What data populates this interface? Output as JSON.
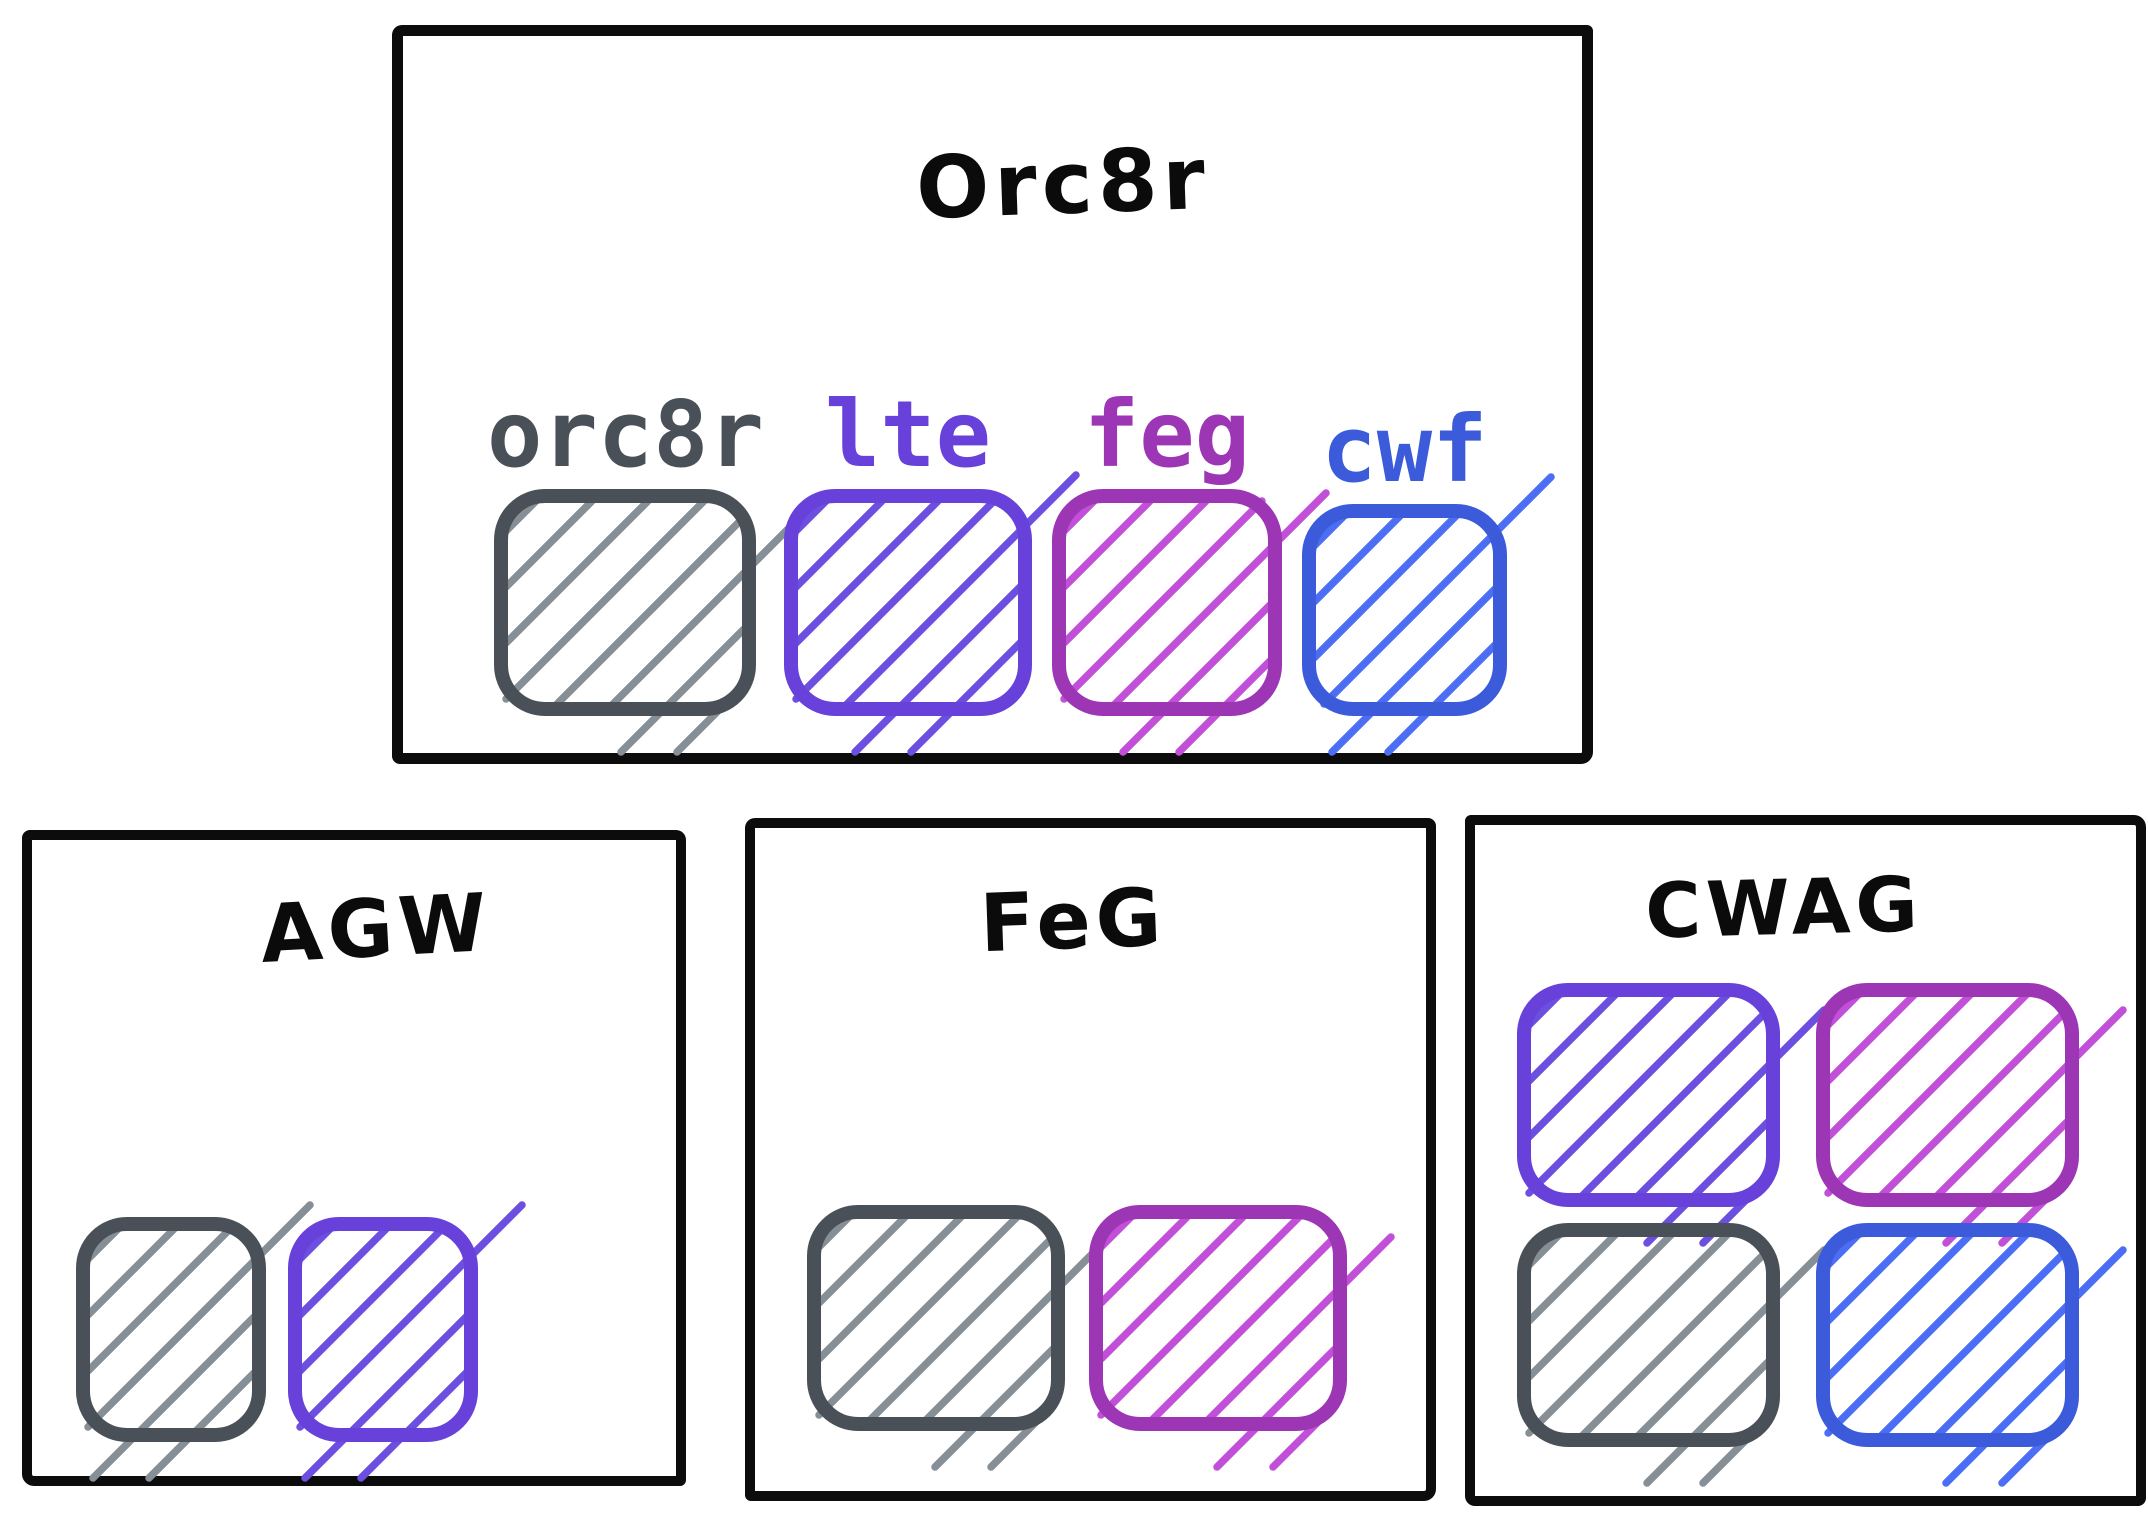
{
  "diagram": {
    "orc8r_box": {
      "title": "Orc8r",
      "modules": [
        {
          "label": "orc8r",
          "color": "gray"
        },
        {
          "label": "lte",
          "color": "purple"
        },
        {
          "label": "feg",
          "color": "magenta"
        },
        {
          "label": "cwf",
          "color": "blue"
        }
      ]
    },
    "gateway_boxes": [
      {
        "title": "AGW",
        "modules": [
          "gray",
          "purple"
        ]
      },
      {
        "title": "FeG",
        "modules": [
          "gray",
          "magenta"
        ]
      },
      {
        "title": "CWAG",
        "modules": [
          "purple",
          "magenta",
          "gray",
          "blue"
        ]
      }
    ]
  },
  "palette": {
    "gray": {
      "stroke": "#495057",
      "hatch": "#868e96"
    },
    "purple": {
      "stroke": "#6741d9",
      "hatch": "#6d4fe0"
    },
    "magenta": {
      "stroke": "#9c36b5",
      "hatch": "#c24fd8"
    },
    "blue": {
      "stroke": "#3b5bdb",
      "hatch": "#4c6ef5"
    },
    "box_border": "#0c0c0c",
    "background": "#ffffff"
  }
}
